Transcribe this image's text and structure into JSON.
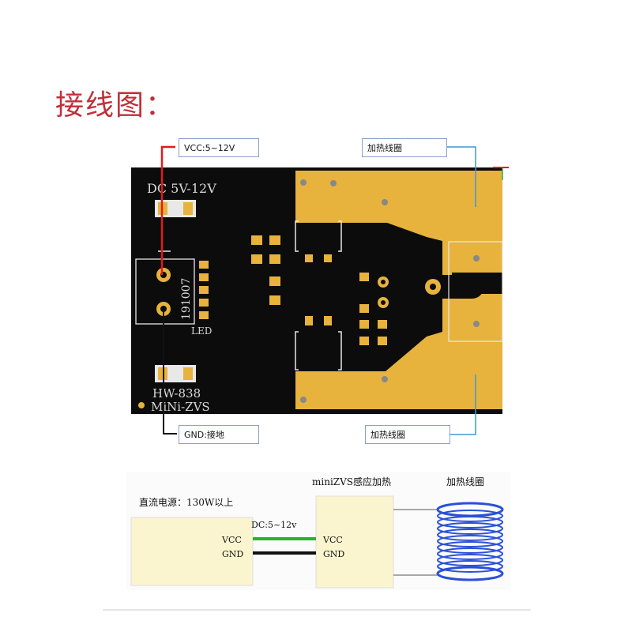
{
  "title": "接线图：",
  "labels": {
    "vcc": "VCC:5~12V",
    "gnd": "GND:接地",
    "coil_top": "加热线圈",
    "coil_bottom": "加热线圈"
  },
  "pcb": {
    "voltage": "DC 5V-12V",
    "part_code": "191007",
    "led": "LED",
    "model": "HW-838",
    "name": "MiNi-ZVS"
  },
  "schematic": {
    "power_label": "直流电源：130W以上",
    "dc_label": "DC:5~12v",
    "module_title": "miniZVS感应加热",
    "coil_title": "加热线圈",
    "vcc": "VCC",
    "gnd": "GND",
    "vcc_in": "VCC",
    "gnd_in": "GND"
  },
  "colors": {
    "title": "#c0303a",
    "pcb": "#0c0c0c",
    "gold": "#e7b33d",
    "vcc_wire": "#e21b1b",
    "coil_wire": "#3a9ad6",
    "green_wire": "#27b427",
    "coil_blue": "#2a50d8",
    "box_fill": "#fbf5cf"
  }
}
